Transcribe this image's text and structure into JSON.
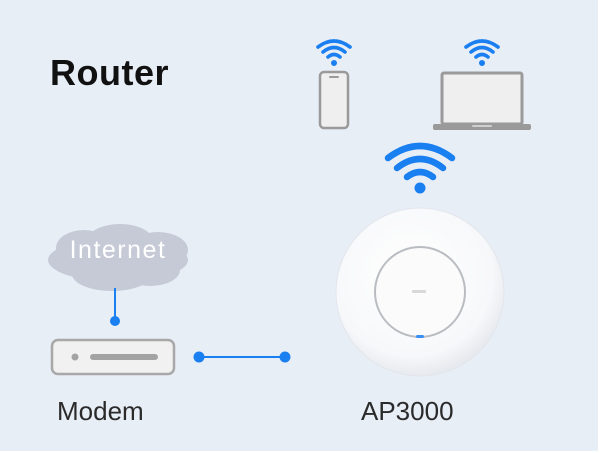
{
  "diagram": {
    "title": "Router",
    "nodes": {
      "internet": {
        "label": "Internet",
        "icon": "cloud-icon"
      },
      "modem": {
        "label": "Modem",
        "icon": "modem-icon"
      },
      "access_point": {
        "label": "AP3000",
        "icon": "access-point-icon"
      },
      "phone": {
        "icon": "smartphone-icon"
      },
      "laptop": {
        "icon": "laptop-icon"
      }
    },
    "edges": [
      {
        "from": "internet",
        "to": "modem",
        "style": "wired"
      },
      {
        "from": "modem",
        "to": "access_point",
        "style": "wired"
      },
      {
        "from": "access_point",
        "to": "phone",
        "style": "wifi"
      },
      {
        "from": "access_point",
        "to": "laptop",
        "style": "wifi"
      }
    ],
    "colors": {
      "background": "#e8eef6",
      "accent": "#1a7ff0",
      "cloud": "#c5cad6",
      "device_outline": "#9a9a9a",
      "device_fill": "#f0f0f0",
      "text": "#111111"
    }
  }
}
